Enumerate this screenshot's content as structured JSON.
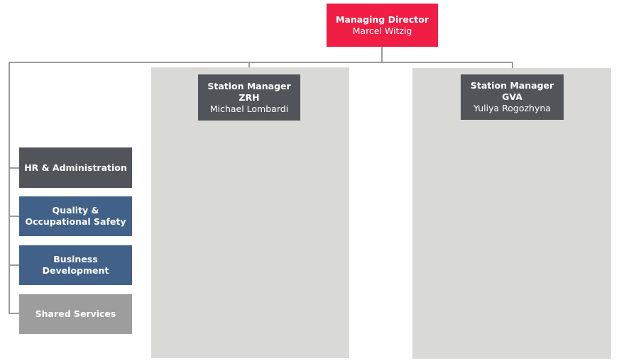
{
  "colors": {
    "managing_director": "#f01e44",
    "station_manager": "#515459",
    "hr": "#515459",
    "quality": "#426189",
    "business": "#426189",
    "shared": "#9d9d9d",
    "panel": "#d9d9d8",
    "connector": "#9b9b9b"
  },
  "managing_director": {
    "title": "Managing Director",
    "name": "Marcel Witzig"
  },
  "station_zrh": {
    "title": "Station Manager",
    "code": "ZRH",
    "name": "Michael Lombardi"
  },
  "station_gva": {
    "title": "Station Manager",
    "code": "GVA",
    "name": "Yuliya Rogozhyna"
  },
  "departments": [
    {
      "label": "HR & Administration"
    },
    {
      "label": "Quality & Occupational Safety"
    },
    {
      "label": "Business Development"
    },
    {
      "label": "Shared Services"
    }
  ]
}
